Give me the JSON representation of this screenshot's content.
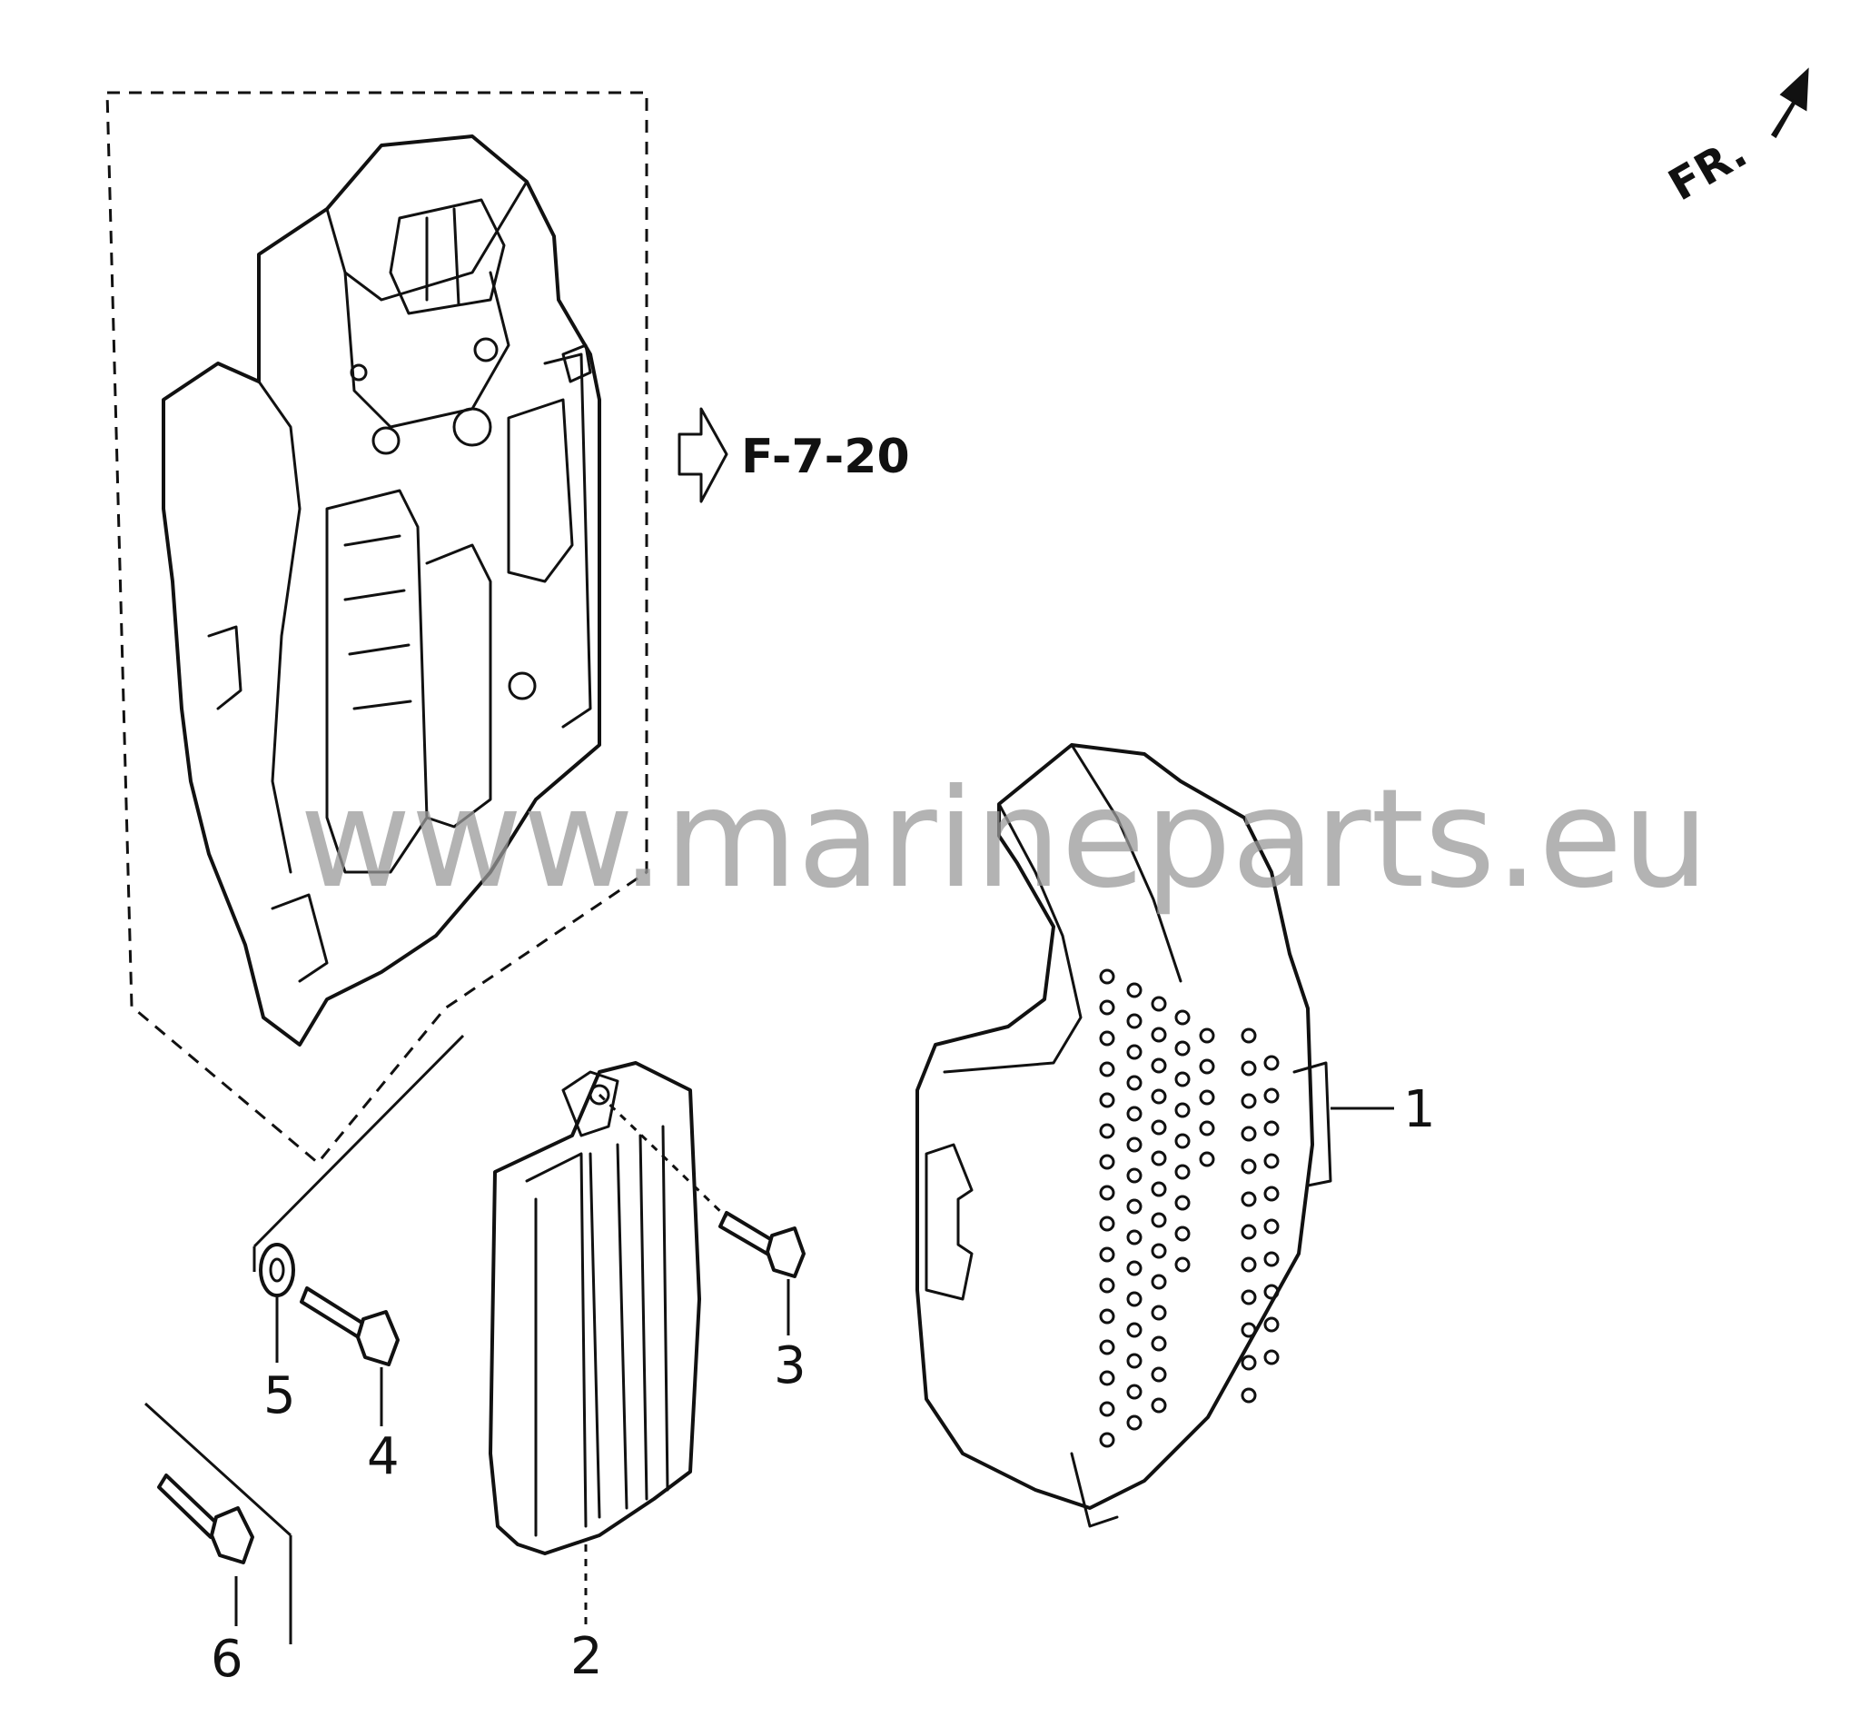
{
  "diagram": {
    "direction_indicator": {
      "label": "FR.",
      "icon": "front-direction-arrow-icon"
    },
    "reference": {
      "label": "F-7-20",
      "icon": "hollow-reference-arrow-icon"
    },
    "callouts": [
      {
        "number": "1",
        "part": "cover"
      },
      {
        "number": "2",
        "part": "bracket"
      },
      {
        "number": "3",
        "part": "bolt"
      },
      {
        "number": "4",
        "part": "flange-bolt"
      },
      {
        "number": "5",
        "part": "washer"
      },
      {
        "number": "6",
        "part": "flange-bolt"
      }
    ],
    "watermark": "www.marineparts.eu"
  }
}
